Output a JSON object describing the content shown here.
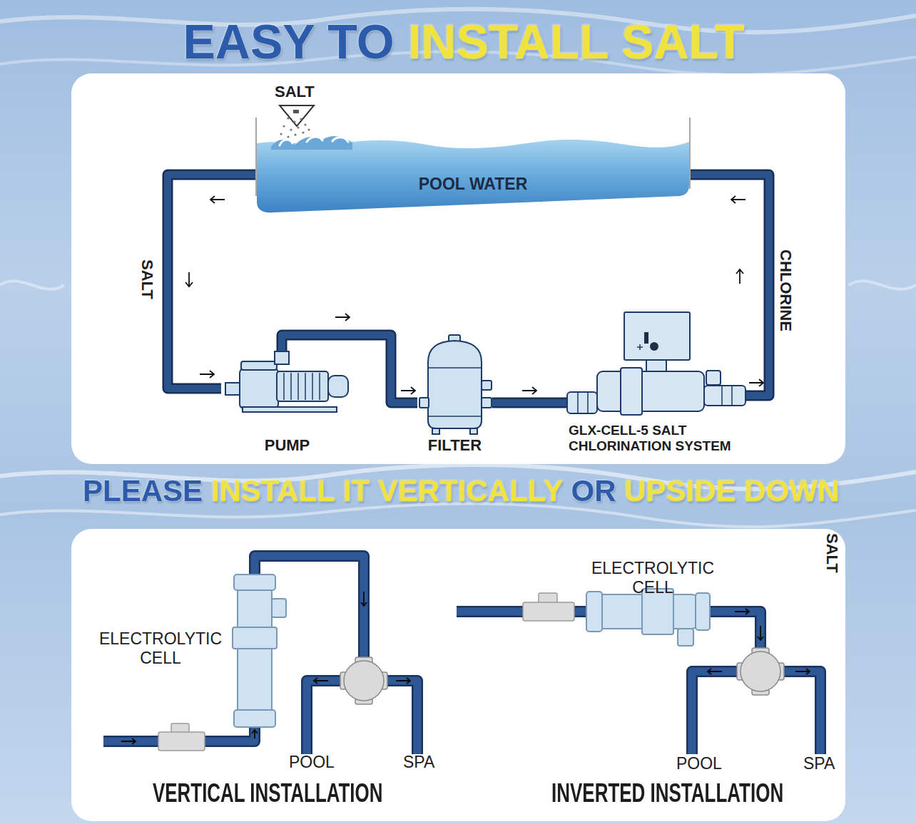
{
  "diagram": {
    "title": "EASY TO INSTALL SALT",
    "nodes": [
      {
        "text": [
          "POOL WATER"
        ]
      },
      {
        "text": [
          "PUMP"
        ]
      },
      {
        "text": [
          "FILTER"
        ]
      },
      {
        "text": [
          "GLX-CELL-5 SALT CHLORINATION SYSTEM"
        ]
      },
      {
        "text": [
          "ELECTROLYTIC CELL"
        ]
      },
      {
        "text": [
          "ELECTROLYTIC CELL"
        ]
      }
    ],
    "edges": [
      {
        "from": 0,
        "to": 1,
        "label": "SALT",
        "arrow": "to"
      },
      {
        "from": 1,
        "to": 2,
        "arrow": "to"
      },
      {
        "from": 2,
        "to": 3,
        "arrow": "to"
      },
      {
        "from": 3,
        "to": 0,
        "label": "CHLORINE",
        "arrow": "to"
      }
    ],
    "labels": [
      "SALT",
      "PLEASE INSTALL IT VERTICALLY OR UPSIDE DOWN",
      "POOL",
      "SPA",
      "VERTICAL INSTALLATION",
      "POOL",
      "SPA",
      "INVERTED INSTALLATION",
      "SALT"
    ]
  }
}
